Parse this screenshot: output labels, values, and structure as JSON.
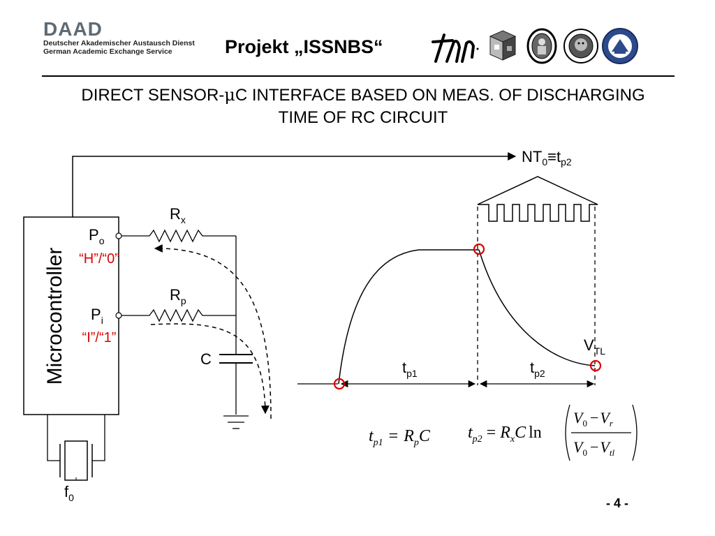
{
  "header": {
    "daad_logo": "DAAD",
    "daad_line1": "Deutscher Akademischer Austausch Dienst",
    "daad_line2": "German Academic Exchange Service",
    "project_title": "Projekt „ISSNBS“",
    "partner_logos": [
      "th-logo",
      "cube-logo",
      "seal-logo",
      "univerzitet-nis-seal",
      "banja-luka-seal"
    ]
  },
  "title": {
    "line1_prefix": "DIRECT SENSOR-",
    "line1_mu": "μ",
    "line1_suffix": "C INTERFACE BASED ON MEAS. OF DISCHARGING",
    "line2": "TIME OF RC CIRCUIT"
  },
  "diagram": {
    "microcontroller_label": "Microcontroller",
    "port_o": {
      "main": "P",
      "sub": "o"
    },
    "port_i": {
      "main": "P",
      "sub": "i"
    },
    "port_o_states": "“H”/“0”",
    "port_i_states": "“I”/“1”",
    "resistor_x": {
      "main": "R",
      "sub": "x"
    },
    "resistor_p": {
      "main": "R",
      "sub": "p"
    },
    "capacitor": "C",
    "clock": {
      "main": "f",
      "sub": "0"
    },
    "count": {
      "main": "NT",
      "sub0": "0",
      "mid": "≡t",
      "sub1": "p2"
    },
    "vtl": {
      "main": "V",
      "sub": "TL"
    },
    "tp1": {
      "main": "t",
      "sub": "p1"
    },
    "tp2": {
      "main": "t",
      "sub": "p2"
    },
    "colors": {
      "marker": "#dd0000",
      "states": "#dd0000",
      "line": "#000000"
    }
  },
  "formulas": {
    "f1_lhs": "t",
    "f1_lhs_sub": "p1",
    "f1_eq": "=",
    "f1_rhs_r": "R",
    "f1_rhs_sub": "p",
    "f1_rhs_c": "C",
    "f2_lhs": "t",
    "f2_lhs_sub": "p2",
    "f2_eq": "=",
    "f2_rhs_r": "R",
    "f2_rhs_sub": "x",
    "f2_rhs_c": "C",
    "f2_ln": "ln",
    "f2_num_a": "V",
    "f2_num_a_sub": "0",
    "f2_num_op": "−",
    "f2_num_b": "V",
    "f2_num_b_sub": "r",
    "f2_den_a": "V",
    "f2_den_a_sub": "0",
    "f2_den_op": "−",
    "f2_den_b": "V",
    "f2_den_b_sub": "tl"
  },
  "page": {
    "number": "- 4 -"
  }
}
